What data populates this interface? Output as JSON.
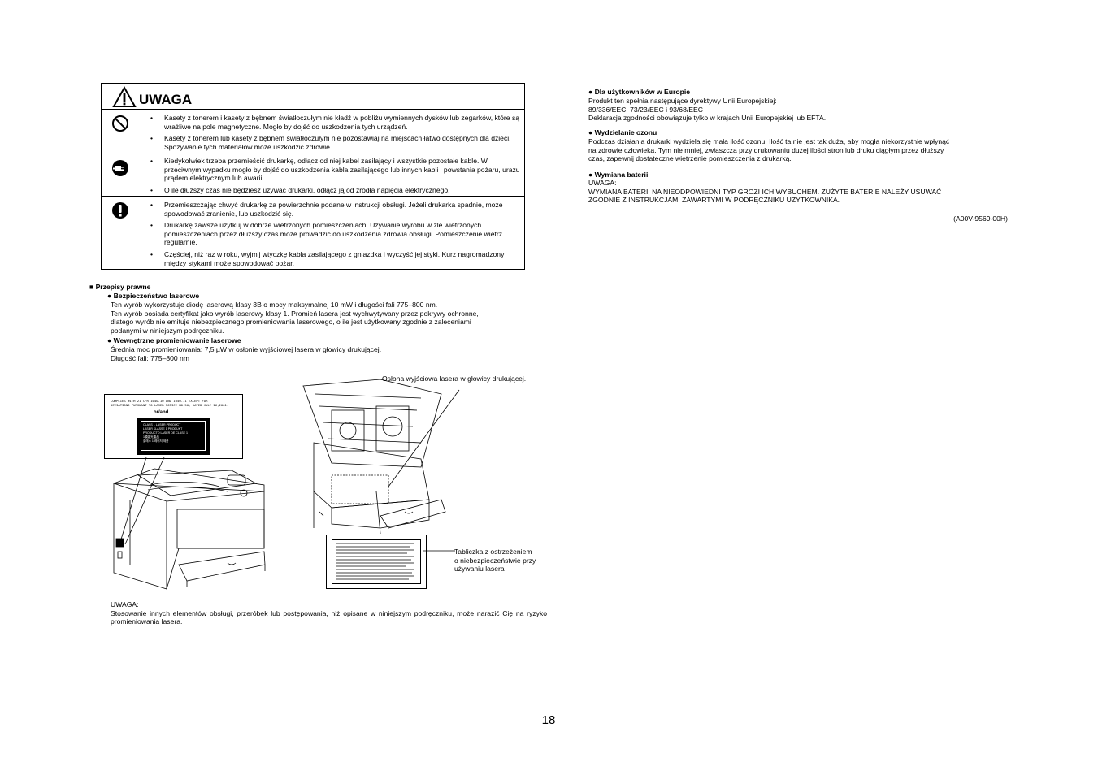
{
  "warning": {
    "title": "UWAGA",
    "sections": [
      {
        "icon": "prohibition-icon",
        "items": [
          "Kasety z tonerem i kasety z bębnem światłoczułym nie kładź w pobliżu wymiennych dysków lub zegarków, które są wrażliwe na pole magnetyczne. Mogło by dojść do uszkodzenia tych urządzeń.",
          "Kasety z tonerem lub kasety z bębnem światłoczułym nie pozostawiaj na miejscach łatwo dostępnych dla dzieci. Spożywanie tych materiałów może uszkodzić zdrowie."
        ]
      },
      {
        "icon": "unplug-icon",
        "items": [
          "Kiedykolwiek trzeba przemieścić drukarkę, odłącz od niej kabel zasilający i wszystkie pozostałe kable. W przeciwnym wypadku mogło by dojść do uszkodzenia kabla zasilającego lub innych kabli i powstania pożaru, urazu prądem elektrycznym lub awarii.",
          "O ile dłuższy czas nie będziesz używać drukarki, odłącz ją od źródła napięcia elektrycznego."
        ]
      },
      {
        "icon": "exclamation-icon",
        "items": [
          "Przemieszczając chwyć drukarkę za powierzchnie podane w instrukcji obsługi. Jeżeli drukarka spadnie, może spowodować zranienie, lub uszkodzić się.",
          "Drukarkę zawsze użytkuj w dobrze wietrzonych pomieszczeniach. Używanie wyrobu w źle wietrzonych pomieszczeniach przez dłuższy czas może prowadzić do uszkodzenia zdrowia obsługi. Pomieszczenie wietrz regularnie.",
          "Częściej, niż raz w roku, wyjmij wtyczkę kabla zasilającego z gniazdka i wyczyść jej styki. Kurz nagromadzony między stykami może spowodować pożar."
        ]
      }
    ]
  },
  "regulations": {
    "heading": "■ Przepisy prawne",
    "laser_safety": {
      "title": "● Bezpieczeństwo laserowe",
      "lines": [
        "Ten wyrób wykorzystuje diodę laserową klasy 3B o mocy maksymalnej 10 mW i długości fali 775–800 nm.",
        "Ten wyrób posiada certyfikat jako wyrób laserowy klasy 1. Promień lasera jest wychwytywany przez pokrywy ochronne,",
        "dlatego wyrób nie emituje niebezpiecznego promieniowania laserowego, o ile jest użytkowany zgodnie z zaleceniami",
        "podanymi w niniejszym podręczniku."
      ]
    },
    "internal_radiation": {
      "title": "● Wewnętrzne promieniowanie laserowe",
      "lines": [
        "Średnia moc promieniowania: 7,5 µW w osłonie wyjściowej lasera w głowicy drukującej.",
        "Długość fali: 775–800 nm"
      ]
    }
  },
  "illustration": {
    "label_text_line1": "COMPLIES WITH 21 CFR 1040.10 AND 1040.11 EXCEPT FOR",
    "label_text_line2": "DEVIATIONS PURSUANT TO LASER NOTICE NO.50, DATED JULY 26,2001.",
    "label_or_and": "or/and",
    "class_label_lines": [
      "CLASS 1 LASER PRODUCT",
      "LASER KLASSE 1 PRODUKT",
      "PRODUCTO LASER DE CLASE 1",
      "1類激光產品",
      "클래스 1 레이저 제품"
    ],
    "callout_top": "Osłona wyjściowa lasera w głowicy drukującej.",
    "callout_bottom_lines": [
      "Tabliczka z ostrzeżeniem",
      "o niebezpieczeństwie przy",
      "używaniu lasera"
    ]
  },
  "caution_note": {
    "title": "UWAGA:",
    "text": "Stosowanie innych elementów obsługi, przeróbek lub postępowania, niż opisane w niniejszym podręczniku, może narazić Cię na ryzyko promieniowania lasera."
  },
  "right_column": {
    "europe": {
      "title": "● Dla użytkowników w Europie",
      "lines": [
        "Produkt ten spełnia następujące dyrektywy Unii Europejskiej:",
        "89/336/EEC, 73/23/EEC i 93/68/EEC",
        "Deklaracja zgodności obowiązuje tylko w krajach Unii Europejskiej lub EFTA."
      ]
    },
    "ozone": {
      "title": "● Wydzielanie ozonu",
      "lines": [
        "Podczas działania drukarki wydziela się mała ilość ozonu. Ilość ta nie jest tak duża, aby mogła niekorzystnie wpłynąć",
        "na zdrowie człowieka. Tym nie mniej, zwłaszcza przy drukowaniu dużej ilości stron lub druku ciągłym przez dłuższy",
        "czas, zapewnij dostateczne wietrzenie pomieszczenia z drukarką."
      ]
    },
    "battery": {
      "title": "● Wymiana baterii",
      "lines": [
        "UWAGA:",
        "WYMIANA BATERII NA NIEODPOWIEDNI TYP GROZI ICH WYBUCHEM. ZUŻYTE BATERIE NALEŻY USUWAĆ",
        "ZGODNIE Z INSTRUKCJAMI ZAWARTYMI W PODRĘCZNIKU UŻYTKOWNIKA."
      ]
    },
    "doc_code": "(A00V-9569-00H)"
  },
  "page_number": "18"
}
